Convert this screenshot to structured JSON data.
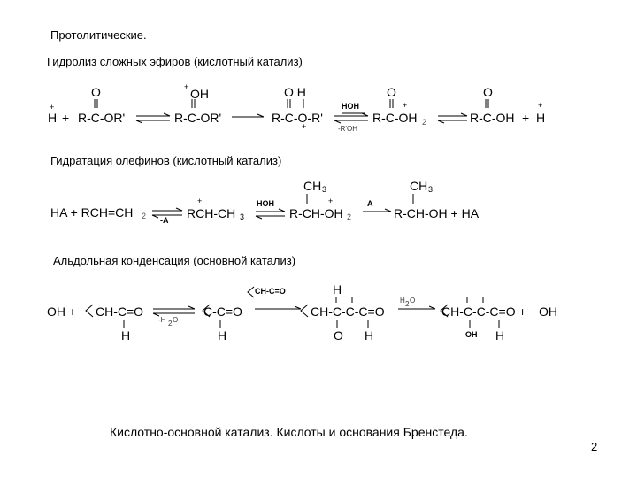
{
  "header": "Протолитические.",
  "sections": {
    "ester_hydrolysis": {
      "heading": "Гидролиз сложных эфиров (кислотный катализ)",
      "h_plus": "H",
      "plus": "+",
      "top_o": "O",
      "top_oh": "OH",
      "top_o_h": "O H",
      "ester": "R-C-OR'",
      "protonated": "R-C-OR'",
      "intermediate": "R-C-O-R'",
      "reagent_hoh": "HOH",
      "leaving": "-R'OH",
      "product1": "R-C-OH",
      "subscript2": "2",
      "product2": "R-C-OH",
      "final_h": "H"
    },
    "olefin_hydration": {
      "heading": "Гидратация олефинов (кислотный катализ)",
      "reactants": "HA + RCH=CH",
      "sub2": "2",
      "minus_a": "-A",
      "carbocation": "RCH-CH",
      "sub3": "3",
      "reagent_hoh": "HOH",
      "ch3_top1": "CH",
      "intermediate": "R-CH-OH",
      "reagent_a": "A",
      "ch3_top2": "CH",
      "product": "R-CH-OH + HA"
    },
    "aldol_condensation": {
      "heading": "Альдольная конденсация (основной катализ)",
      "oh_plus": "OH +",
      "aldehyde": "CH-C=O",
      "h_sub": "H",
      "minus_h2o": "-H",
      "h2o_sub": "2",
      "h2o_o": "O",
      "enolate": "C-C=O",
      "enolate_h": "H",
      "top_aldehyde": "CH-C=O",
      "adduct_top_h": "H",
      "adduct": "CH-C-C-C=O",
      "adduct_o": "O",
      "adduct_h": "H",
      "reagent_h2o": "H",
      "product": "CH-C-C-C=O +",
      "product_oh_left": "OH",
      "product_h": "H",
      "final_oh": "OH"
    }
  },
  "footer": {
    "title": "Кислотно-основной катализ. Кислоты и основания Бренстеда.",
    "page_number": "2"
  }
}
